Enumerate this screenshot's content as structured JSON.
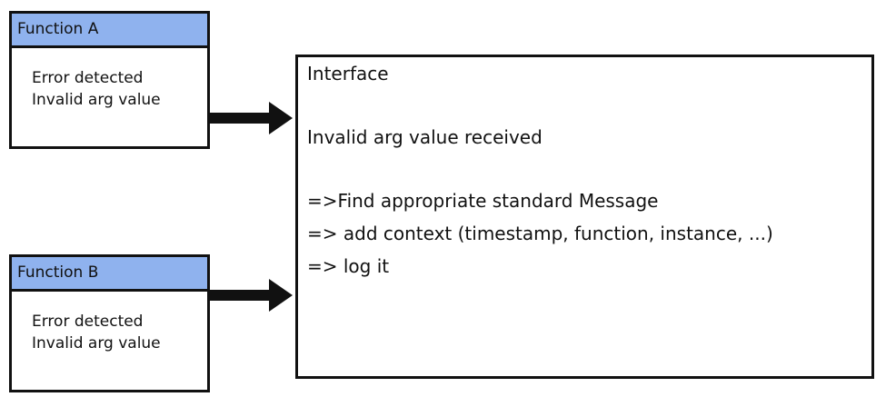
{
  "function_a": {
    "title": "Function A",
    "lines": [
      "Error detected",
      "Invalid arg value"
    ]
  },
  "function_b": {
    "title": "Function B",
    "lines": [
      "Error detected",
      "Invalid arg value"
    ]
  },
  "interface": {
    "title": "Interface",
    "received": "Invalid arg value received",
    "steps": [
      "=>Find appropriate standard Message",
      "=> add context (timestamp, function, instance, ...)",
      "=> log it"
    ]
  },
  "colors": {
    "header_fill": "#8fb2ee",
    "stroke": "#111111"
  },
  "icons": [
    "right-arrow-icon",
    "right-arrow-icon"
  ]
}
